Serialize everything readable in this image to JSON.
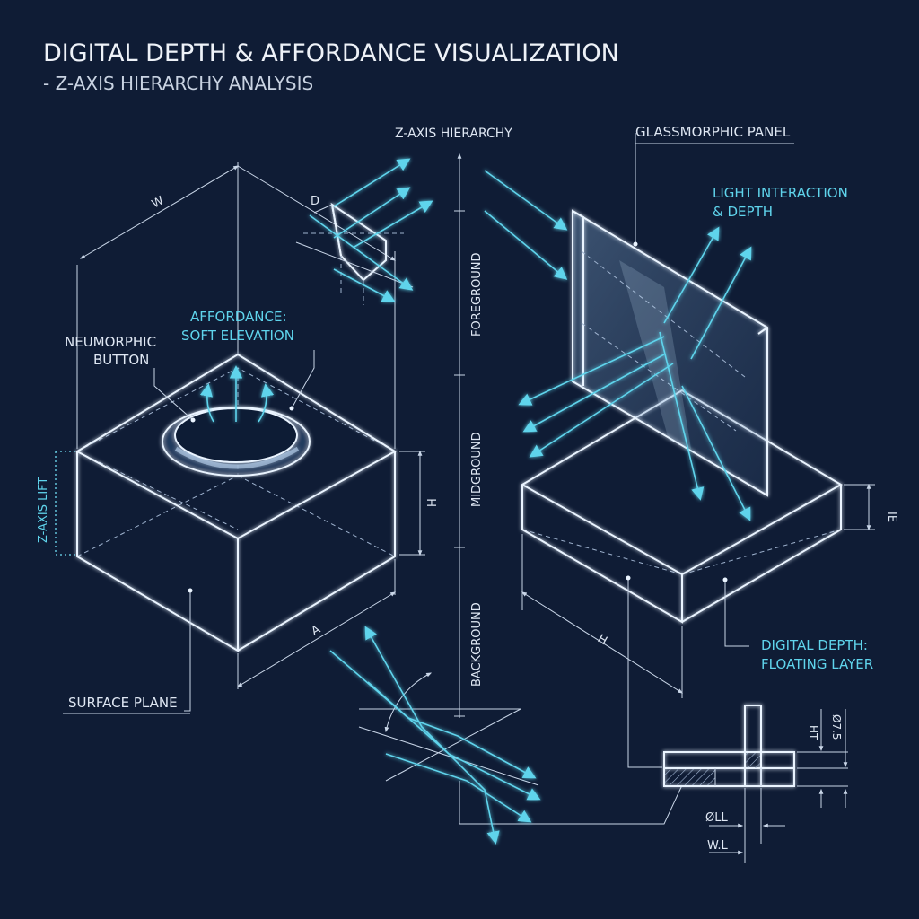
{
  "title": "DIGITAL DEPTH & AFFORDANCE VISUALIZATION",
  "subtitle": "- Z-AXIS HIERARCHY ANALYSIS",
  "labels": {
    "z_axis_hierarchy": "Z-AXIS HIERARCHY",
    "foreground": "FOREGROUND",
    "midground": "MIDGROUND",
    "background": "BACKGROUND",
    "glassmorphic_panel": "GLASSMORPHIC PANEL",
    "light_interaction_1": "LIGHT INTERACTION",
    "light_interaction_2": "& DEPTH",
    "affordance_1": "AFFORDANCE:",
    "affordance_2": "SOFT ELEVATION",
    "neumorphic_1": "NEUMORPHIC",
    "neumorphic_2": "BUTTON",
    "z_axis_lift": "Z-AXIS LIFT",
    "surface_plane": "SURFACE PLANE",
    "digital_depth_1": "DIGITAL DEPTH:",
    "digital_depth_2": "FLOATING LAYER"
  },
  "dimensions": {
    "w": "W",
    "d": "D",
    "h_left": "H",
    "a": "A",
    "h_right": "H",
    "ie": "IE",
    "ht": "HT",
    "dia75": "Ø7.5",
    "dia_ll": "ØLL",
    "wl": "W.L"
  },
  "colors": {
    "background": "#0f1c35",
    "line_white": "#eaf4ff",
    "accent_cyan": "#5fd4ec"
  }
}
